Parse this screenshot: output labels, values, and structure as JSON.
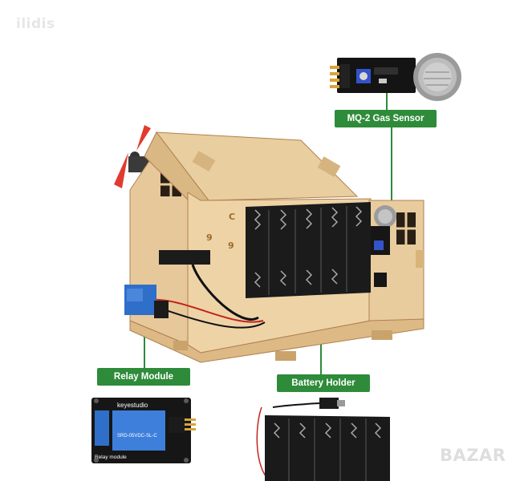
{
  "watermark": {
    "text": "ilidis"
  },
  "brand_logo": {
    "text": "BAZAR"
  },
  "callouts": {
    "mq2_sensor": "MQ-2 Gas Sensor",
    "relay_module": "Relay Module",
    "battery_holder": "Battery Holder"
  },
  "relay_board": {
    "brand": "keyestudio",
    "relay_text": "SRD-05VDC-SL-C",
    "footer": "Relay module"
  },
  "house": {
    "digits": [
      "C",
      "9",
      "9"
    ]
  },
  "colors": {
    "callout_green": "#2e8b3a",
    "wood": "#e8c99a",
    "relay_blue": "#2f6fc9",
    "fan_red": "#e23a2e"
  }
}
